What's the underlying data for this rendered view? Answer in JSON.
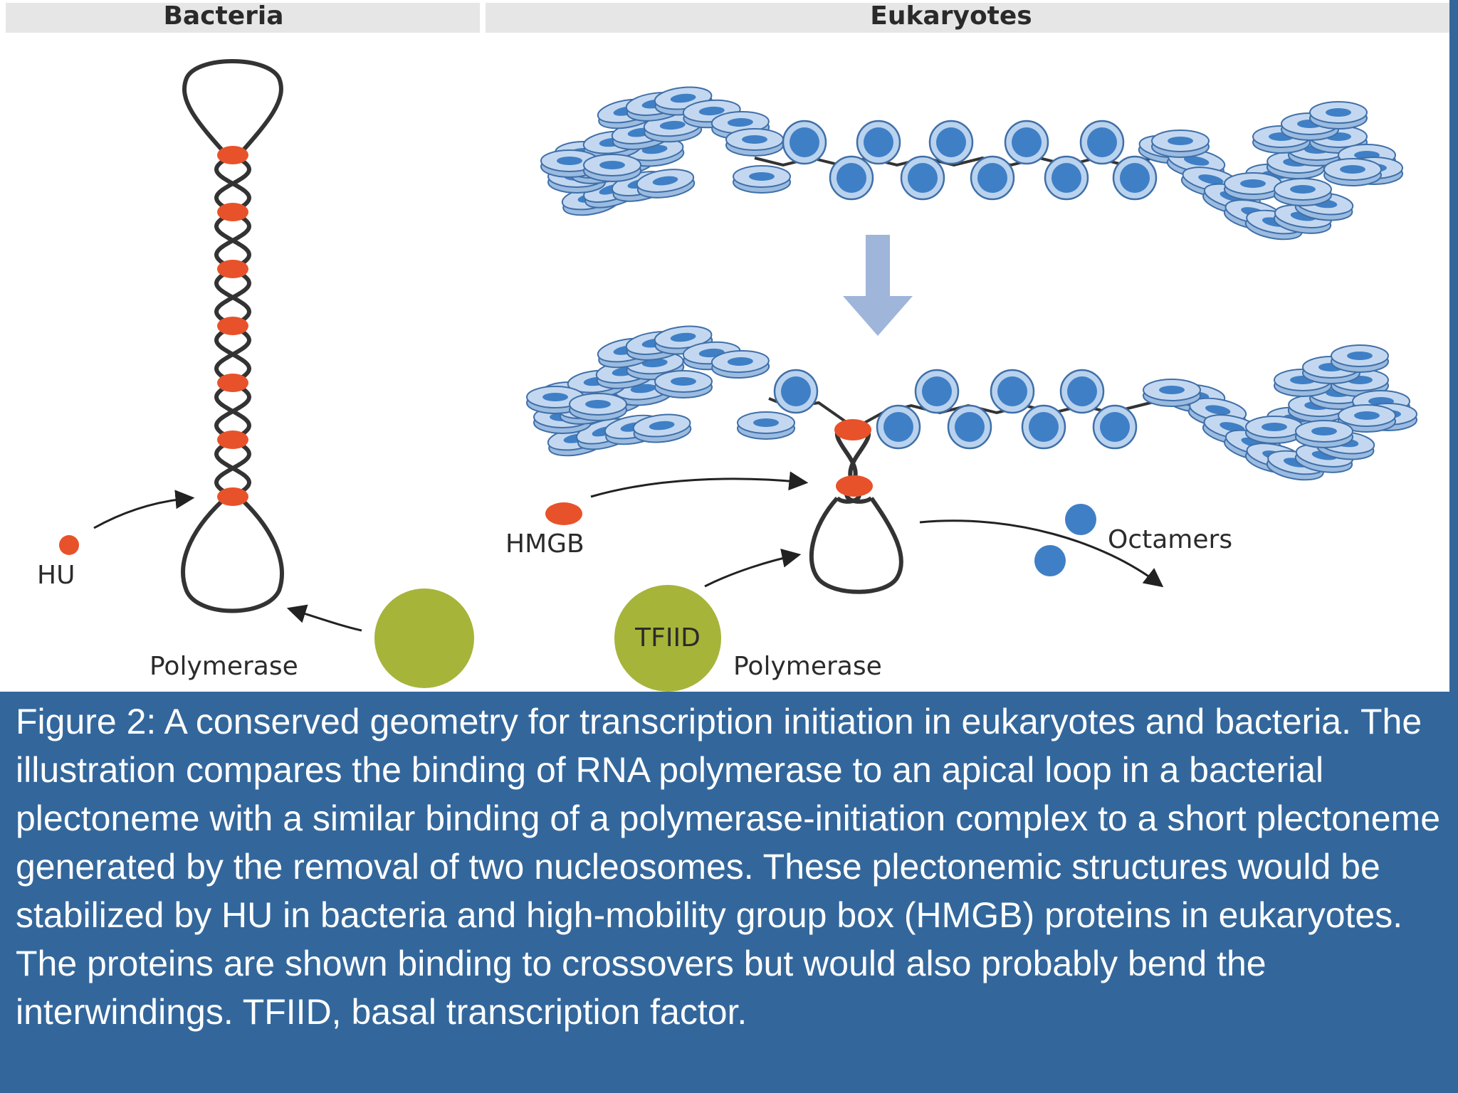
{
  "headers": {
    "bacteria": "Bacteria",
    "eukaryotes": "Eukaryotes"
  },
  "labels": {
    "hu": "HU",
    "polymerase_bacteria": "Polymerase",
    "hmgb": "HMGB",
    "tfiid": "TFIID",
    "polymerase_eukaryote": "Polymerase",
    "octamers": "Octamers"
  },
  "caption": "Figure 2: A conserved geometry for transcription initiation in eukaryotes and bacteria. The illustration compares the binding of RNA polymerase to an apical loop in a bacterial plectoneme with a similar binding of a polymerase-initiation complex to a short plectoneme generated by the removal of two nucleosomes. These plectonemic structures would be stabilized by HU in bacteria and high-mobility group box (HMGB) proteins in eukaryotes. The proteins are shown binding to crossovers but would also probably bend the interwindings. TFIID, basal transcription factor.",
  "colors": {
    "caption_bg": "#33679c",
    "header_bar": "#e6e6e6",
    "hu_hmgb_protein": "#e8522a",
    "polymerase": "#a6b43a",
    "nucleosome_core": "#3f7fc6",
    "nucleosome_disc": "#b9d2ee",
    "arrow_down": "#9fb5d9",
    "dna": "#333333"
  }
}
